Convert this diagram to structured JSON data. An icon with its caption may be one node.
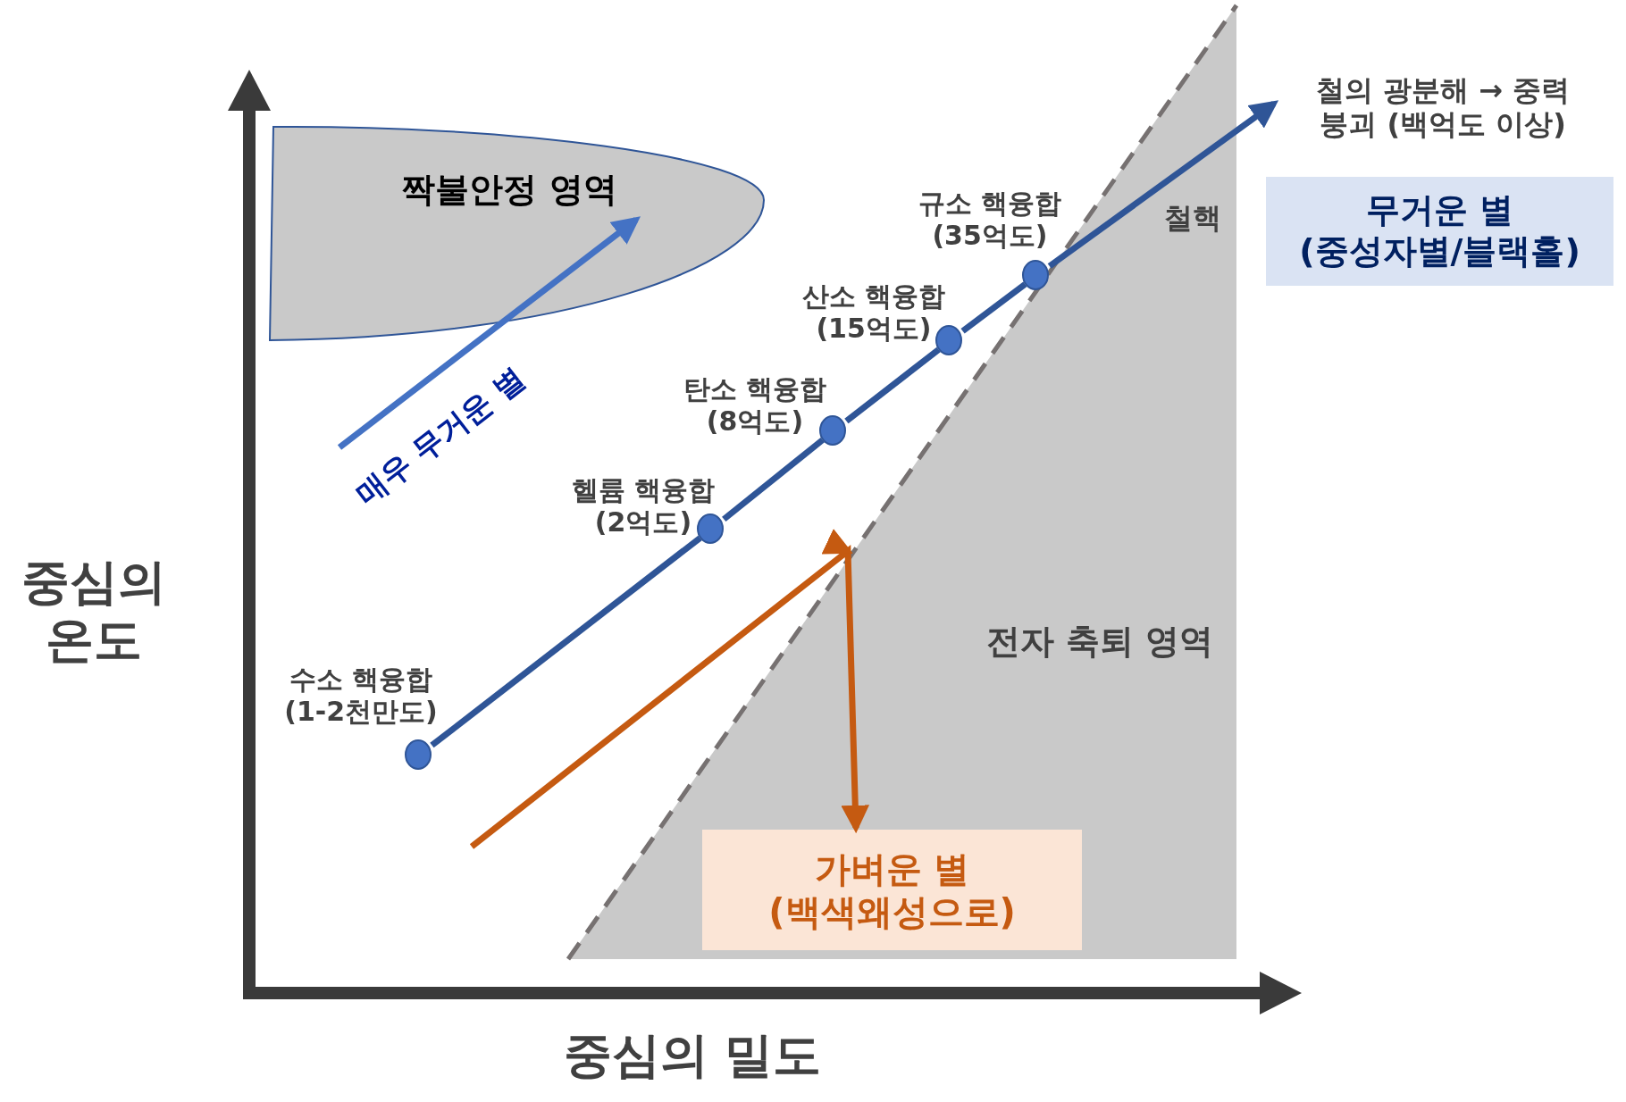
{
  "diagram": {
    "nodes": [
      {
        "text": [
          "짝불안정 영역"
        ]
      },
      {
        "text": [
          "전자 축퇴 영역"
        ]
      },
      {
        "text": [],
        "shape": "circle",
        "beside": [
          "수소 핵융합 (1-2천만도)"
        ]
      },
      {
        "text": [],
        "shape": "circle",
        "beside": [
          "헬륨 핵융합 (2억도)"
        ]
      },
      {
        "text": [],
        "shape": "circle",
        "beside": [
          "탄소 핵융합 (8억도)"
        ]
      },
      {
        "text": [],
        "shape": "circle",
        "beside": [
          "산소 핵융합 (15억도)"
        ]
      },
      {
        "text": [],
        "shape": "circle",
        "beside": [
          "규소 핵융합 (35억도)"
        ]
      },
      {
        "text": [
          "철의 광분해 → 중력 붕괴 (백억도 이상)"
        ]
      },
      {
        "text": [
          "무거운 별 (중성자별/블랙홀)"
        ]
      },
      {
        "text": [
          "가벼운 별 (백색왜성으로)"
        ],
        "in": 1
      }
    ],
    "edges": [
      {
        "from": null,
        "to": 0,
        "arrow": "to",
        "label": "매우 무거운 별",
        "color": "#4472c4"
      },
      {
        "from": 2,
        "to": 3,
        "arrow": "none"
      },
      {
        "from": 3,
        "to": 4,
        "arrow": "none"
      },
      {
        "from": 4,
        "to": 5,
        "arrow": "none"
      },
      {
        "from": 5,
        "to": 6,
        "arrow": "none"
      },
      {
        "from": 6,
        "to": 7,
        "arrow": "to"
      },
      {
        "from": null,
        "to": 9,
        "arrow": "to",
        "color": "#c55a11"
      }
    ],
    "labels": [
      "중심의 온도",
      "중심의 밀도",
      "철핵"
    ]
  }
}
